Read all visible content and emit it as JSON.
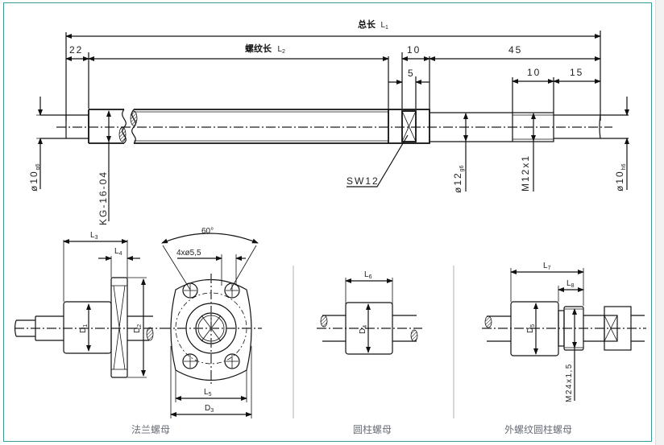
{
  "drawing": {
    "total_length_label": "总长",
    "total_length_symbol": "L",
    "total_length_sub": "1",
    "thread_length_label": "螺纹长",
    "thread_length_symbol": "L",
    "thread_length_sub": "2",
    "dims": {
      "left_end": "22",
      "wrench_section": "10",
      "wrench_width": "5",
      "right_section": "45",
      "thread_section": "10",
      "end_section": "15"
    },
    "diameters": {
      "left_journal": "ø10",
      "left_journal_tol": "g6",
      "screw_spec": "KG-16-04",
      "bearing_seat": "ø12",
      "bearing_seat_tol": "g6",
      "thread": "M12x1",
      "right_journal": "ø10",
      "right_journal_tol": "h6"
    },
    "wrench_flat": "SW12"
  },
  "flange_nut": {
    "caption": "法兰螺母",
    "L3": {
      "symbol": "L",
      "sub": "3"
    },
    "L4": {
      "symbol": "L",
      "sub": "4"
    },
    "D1": {
      "symbol": "D",
      "sub": "1"
    },
    "D2": {
      "symbol": "D",
      "sub": "2"
    },
    "angle": "60°",
    "holes": "4xø5,5",
    "L5": {
      "symbol": "L",
      "sub": "5"
    },
    "D3": {
      "symbol": "D",
      "sub": "3"
    }
  },
  "cylindrical_nut": {
    "caption": "圆柱螺母",
    "L6": {
      "symbol": "L",
      "sub": "6"
    },
    "D4": {
      "symbol": "D",
      "sub": "4"
    }
  },
  "threaded_cylindrical_nut": {
    "caption": "外螺纹圆柱螺母",
    "L7": {
      "symbol": "L",
      "sub": "7"
    },
    "L8": {
      "symbol": "L",
      "sub": "8"
    },
    "D5": {
      "symbol": "D",
      "sub": "5"
    },
    "thread": "M24x1,5"
  },
  "colors": {
    "frame": "#3a9a9a",
    "line": "#111111",
    "caption": "#6a7078"
  }
}
